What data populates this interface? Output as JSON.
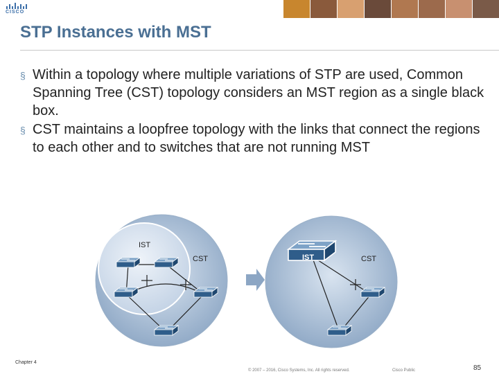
{
  "header": {
    "logo_text": "CISCO"
  },
  "slide": {
    "title": "STP Instances with MST",
    "bullets": [
      "Within a topology where multiple variations of STP are used, Common Spanning Tree (CST) topology considers an MST region as a single black box.",
      "CST maintains a loopfree topology with the links that connect the regions to each other and to switches that are not running MST"
    ]
  },
  "diagram": {
    "left": {
      "region_label": "IST",
      "outer_label": "CST"
    },
    "right": {
      "region_label": "IST",
      "outer_label": "CST"
    }
  },
  "footer": {
    "chapter": "Chapter 4",
    "copyright": "© 2007 – 2016, Cisco Systems, Inc. All rights reserved.",
    "classification": "Cisco Public",
    "page": "85"
  }
}
